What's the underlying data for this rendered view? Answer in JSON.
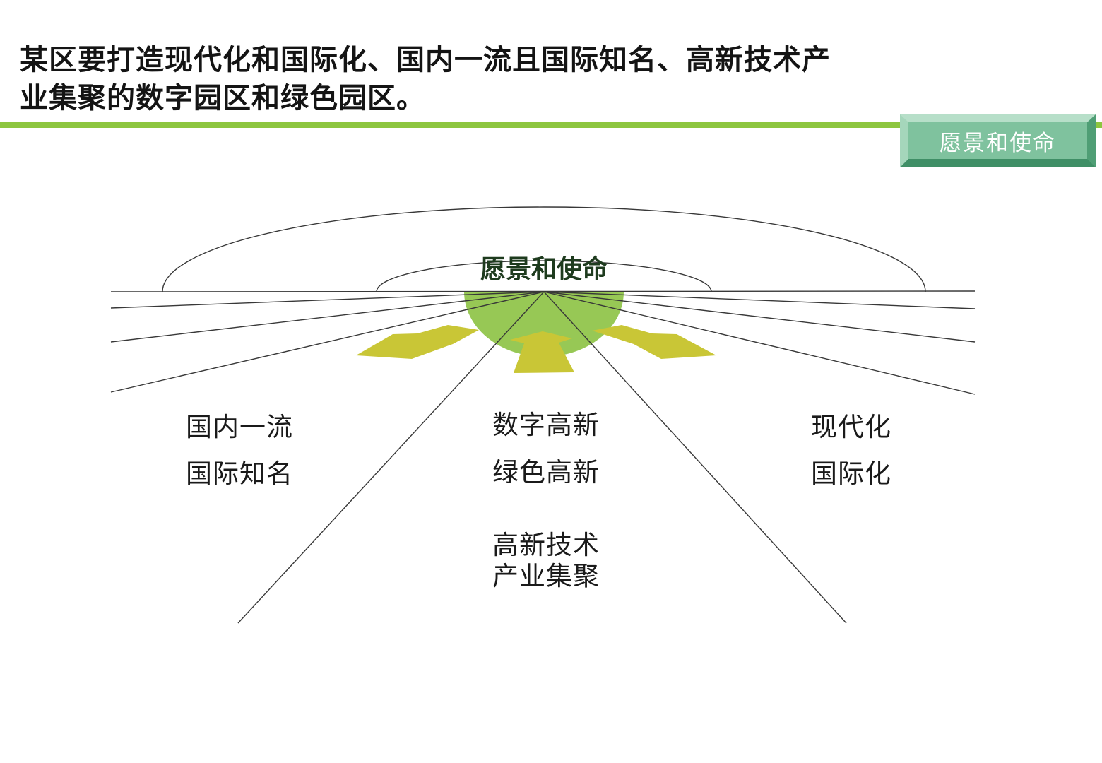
{
  "title": {
    "line1": "某区要打造现代化和国际化、国内一流且国际知名、高新技术产",
    "line2": "业集聚的数字园区和绿色园区。"
  },
  "badge": {
    "label": "愿景和使命"
  },
  "diagram": {
    "hub_label": "愿景和使命",
    "labels": {
      "left1": "国内一流",
      "left2": "国际知名",
      "center1": "数字高新",
      "center2": "绿色高新",
      "center3_line1": "高新技术",
      "center3_line2": "产业集聚",
      "right1": "现代化",
      "right2": "国际化"
    }
  },
  "colors": {
    "divider_green": "#8dc63f",
    "hub_fill": "#97c855",
    "hub_text": "#1e3b1e",
    "arrow_fill": "#c9c636",
    "grid_line": "#383838",
    "badge_face": "#7fc29e",
    "badge_text": "#ffffff",
    "title_text": "#141414"
  }
}
